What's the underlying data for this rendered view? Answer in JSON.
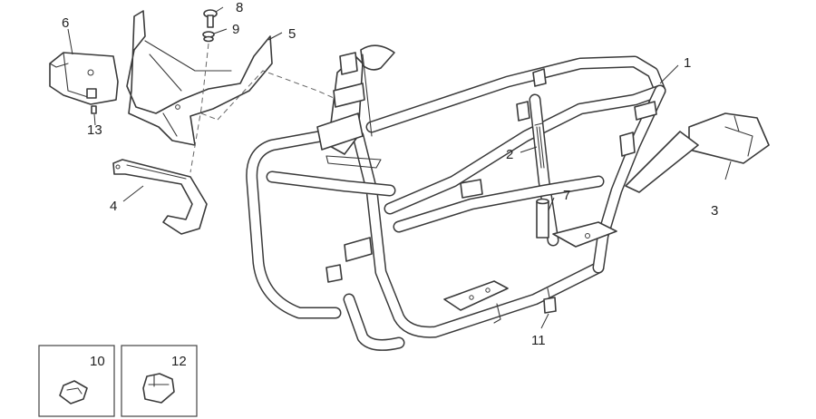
{
  "callouts": {
    "c1": "1",
    "c2": "2",
    "c3": "3",
    "c4": "4",
    "c5": "5",
    "c6": "6",
    "c7": "7",
    "c8": "8",
    "c9": "9",
    "c10": "10",
    "c11": "11",
    "c12": "12",
    "c13": "13"
  },
  "colors": {
    "line": "#3a3a3a",
    "background": "#ffffff"
  }
}
